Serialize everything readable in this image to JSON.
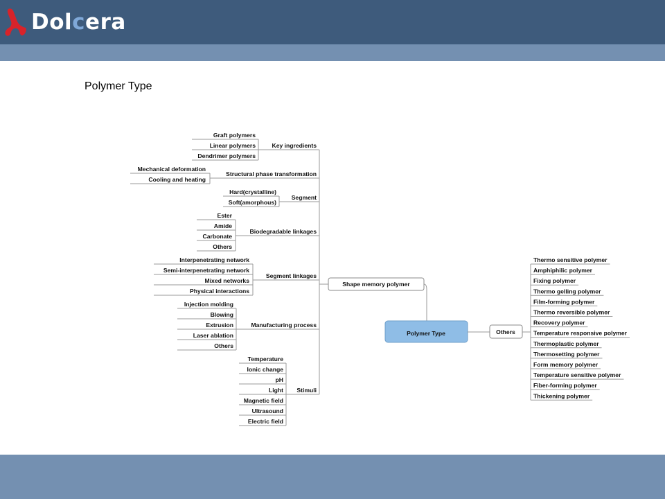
{
  "brand": {
    "logo_prefix": "Dol",
    "logo_accent": "c",
    "logo_suffix": "era",
    "colors": {
      "header": "#3e5b7c",
      "band": "#7490b1",
      "accent": "#7fa8d8",
      "logo_mark": "#d8232a"
    }
  },
  "slide": {
    "title": "Polymer Type"
  },
  "mindmap": {
    "central": "Polymer Type",
    "main_branch": "Shape memory polymer",
    "others_branch": "Others",
    "categories": [
      {
        "label": "Key ingredients",
        "items": [
          "Graft polymers",
          "Linear polymers",
          "Dendrimer polymers"
        ]
      },
      {
        "label": "Structural phase transformation",
        "items": [
          "Mechanical deformation",
          "Cooling and heating"
        ]
      },
      {
        "label": "Segment",
        "items": [
          "Hard(crystalline)",
          "Soft(amorphous)"
        ]
      },
      {
        "label": "Biodegradable linkages",
        "items": [
          "Ester",
          "Amide",
          "Carbonate",
          "Others"
        ]
      },
      {
        "label": "Segment linkages",
        "items": [
          "Interpenetrating network",
          "Semi-interpenetrating network",
          "Mixed networks",
          "Physical interactions"
        ]
      },
      {
        "label": "Manufacturing process",
        "items": [
          "Injection molding",
          "Blowing",
          "Extrusion",
          "Laser ablation",
          "Others"
        ]
      },
      {
        "label": "Stimuli",
        "items": [
          "Temperature",
          "Ionic change",
          "pH",
          "Light",
          "Magnetic field",
          "Ultrasound",
          "Electric field"
        ]
      }
    ],
    "others_items": [
      "Thermo sensitive polymer",
      "Amphiphilic polymer",
      "Fixing polymer",
      "Thermo gelling polymer",
      "Film-forming polymer",
      "Thermo reversible polymer",
      "Recovery polymer",
      "Temperature responsive polymer",
      "Thermoplastic polymer",
      "Thermosetting polymer",
      "Form memory polymer",
      "Temperature sensitive polymer",
      "Fiber-forming polymer",
      "Thickening polymer"
    ]
  }
}
